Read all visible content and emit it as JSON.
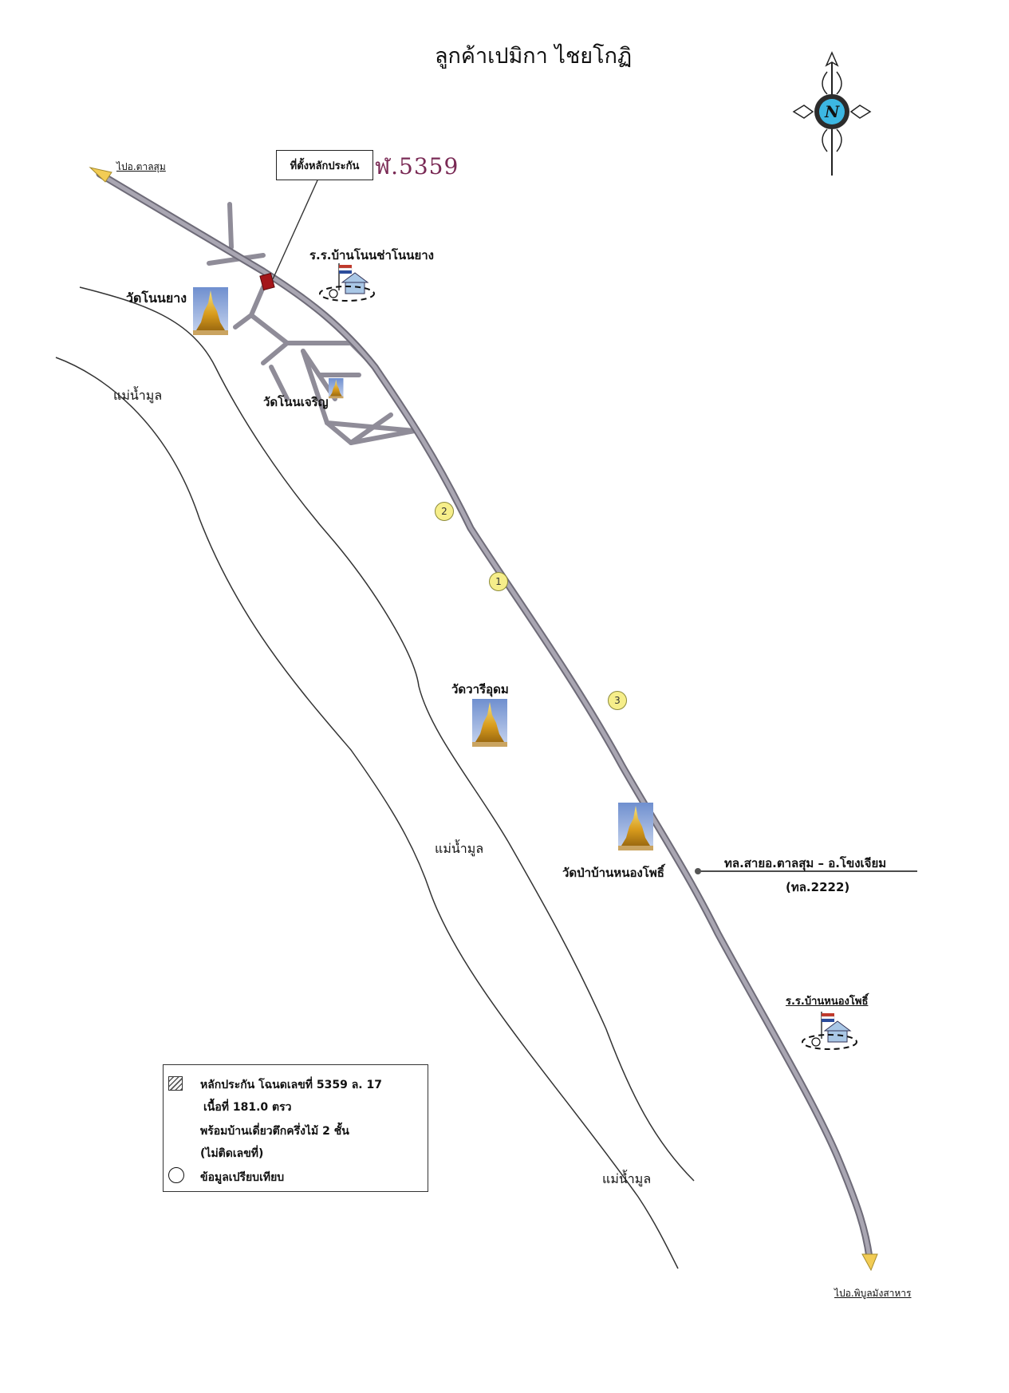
{
  "title": "ลูกค้าเปมิกา ไชยโกฏิ",
  "compass": {
    "north_label": "N",
    "icon": "compass-rose-icon"
  },
  "callout": {
    "label": "ที่ตั้งหลักประกัน",
    "handwritten_code": "ฬ.5359"
  },
  "roads": {
    "to_north": "ไปอ.ตาลสุม",
    "to_south": "ไปอ.พิบูลมังสาหาร",
    "branch_name": "ทล.สายอ.ตาลสุม – อ.โขงเจียม",
    "branch_code": "(ทล.2222)"
  },
  "places": {
    "school_north": "ร.ร.บ้านโนนช่าโนนยาง",
    "school_south": "ร.ร.บ้านหนองโพธิ์",
    "temple_nonyang": "วัดโนนยาง",
    "temple_noncharoen": "วัดโนนเจริญ",
    "temple_wari": "วัดวารีอุดม",
    "temple_pa": "วัดป่าบ้านหนองโพธิ์"
  },
  "rivers": {
    "label_1": "แม่น้ำมูล",
    "label_2": "แม่น้ำมูล",
    "label_3": "แม่น้ำมูล"
  },
  "markers": [
    "2",
    "1",
    "3"
  ],
  "legend": {
    "collateral_line1": "หลักประกัน โฉนดเลขที่ 5359 ล. 17",
    "collateral_line2": "เนื้อที่ 181.0 ตรว",
    "collateral_line3": "พร้อมบ้านเดี่ยวตึกครึ่งไม้ 2 ชั้น",
    "collateral_line4": "(ไม่ติดเลขที่)",
    "comparison": "ข้อมูลเปรียบเทียบ"
  },
  "colors": {
    "road": "#8f8c98",
    "road_edge": "#6e6b78",
    "arrow": "#f2cc55",
    "marker": "#f6ee8a"
  }
}
